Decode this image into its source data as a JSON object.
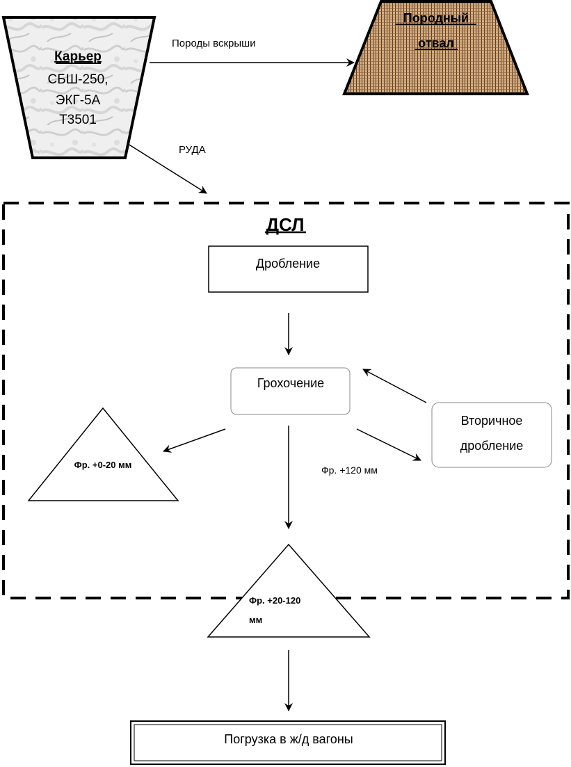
{
  "quarry": {
    "title": "Карьер",
    "lines": [
      "СБШ-250,",
      "ЭКГ-5А",
      "Т3501"
    ]
  },
  "dump": {
    "lines": [
      "Породный",
      "отвал"
    ]
  },
  "edges": {
    "overburden_label": "Породы вскрыши",
    "ore_label": "РУДА",
    "oversize_label": "Фр. +120 мм"
  },
  "plant": {
    "title": "ДСЛ",
    "crushing": "Дробление",
    "screening": "Грохочение",
    "secondary_crushing": [
      "Вторичное",
      "дробление"
    ]
  },
  "products": {
    "fine": "Фр. +0-20 мм",
    "medium": [
      "Фр. +20-120",
      "мм"
    ]
  },
  "loading": "Погрузка в ж/д вагоны",
  "colors": {
    "dump_fill": "#c8a27a",
    "dump_stripe": "#5a3a1e",
    "quarry_fill": "#eeeeee",
    "box_border_soft": "#8a8a8a"
  }
}
